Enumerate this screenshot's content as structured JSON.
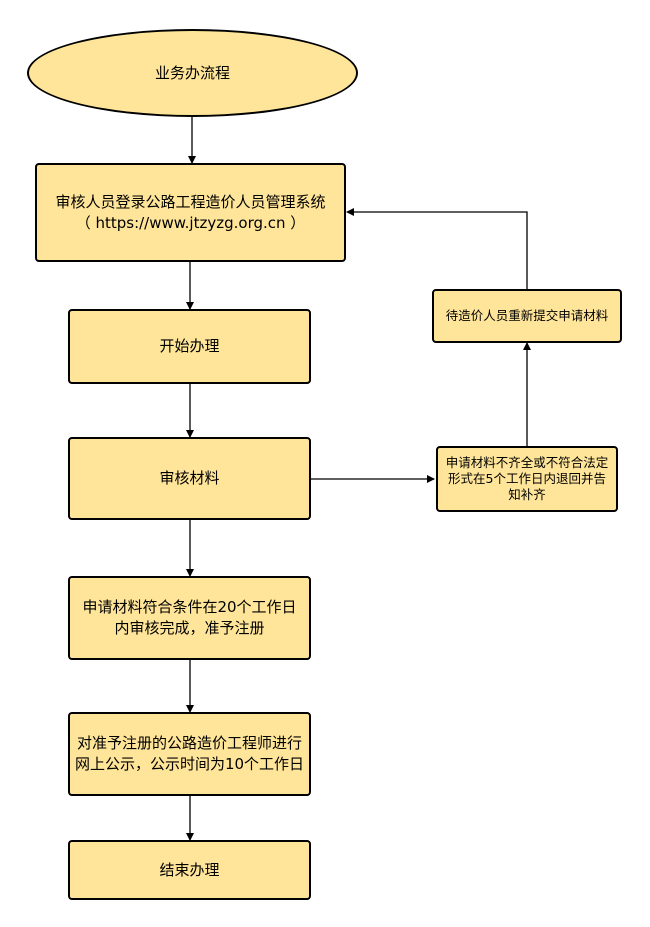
{
  "diagram": {
    "start": "业务办流程",
    "login": {
      "line1": "审核人员登录公路工程造价人员管理系统",
      "line2": "（ https://www.jtzyzg.org.cn ）"
    },
    "begin": "开始办理",
    "review": "审核材料",
    "approve": "申请材料符合条件在20个工作日内审核完成，准予注册",
    "publicity": "对准予注册的公路造价工程师进行网上公示，公示时间为10个工作日",
    "end": "结束办理",
    "reject": "申请材料不齐全或不符合法定形式在5个工作日内退回并告知补齐",
    "resubmit": "待造价人员重新提交申请材料"
  },
  "colors": {
    "fill": "#ffe599",
    "stroke": "#000000"
  }
}
